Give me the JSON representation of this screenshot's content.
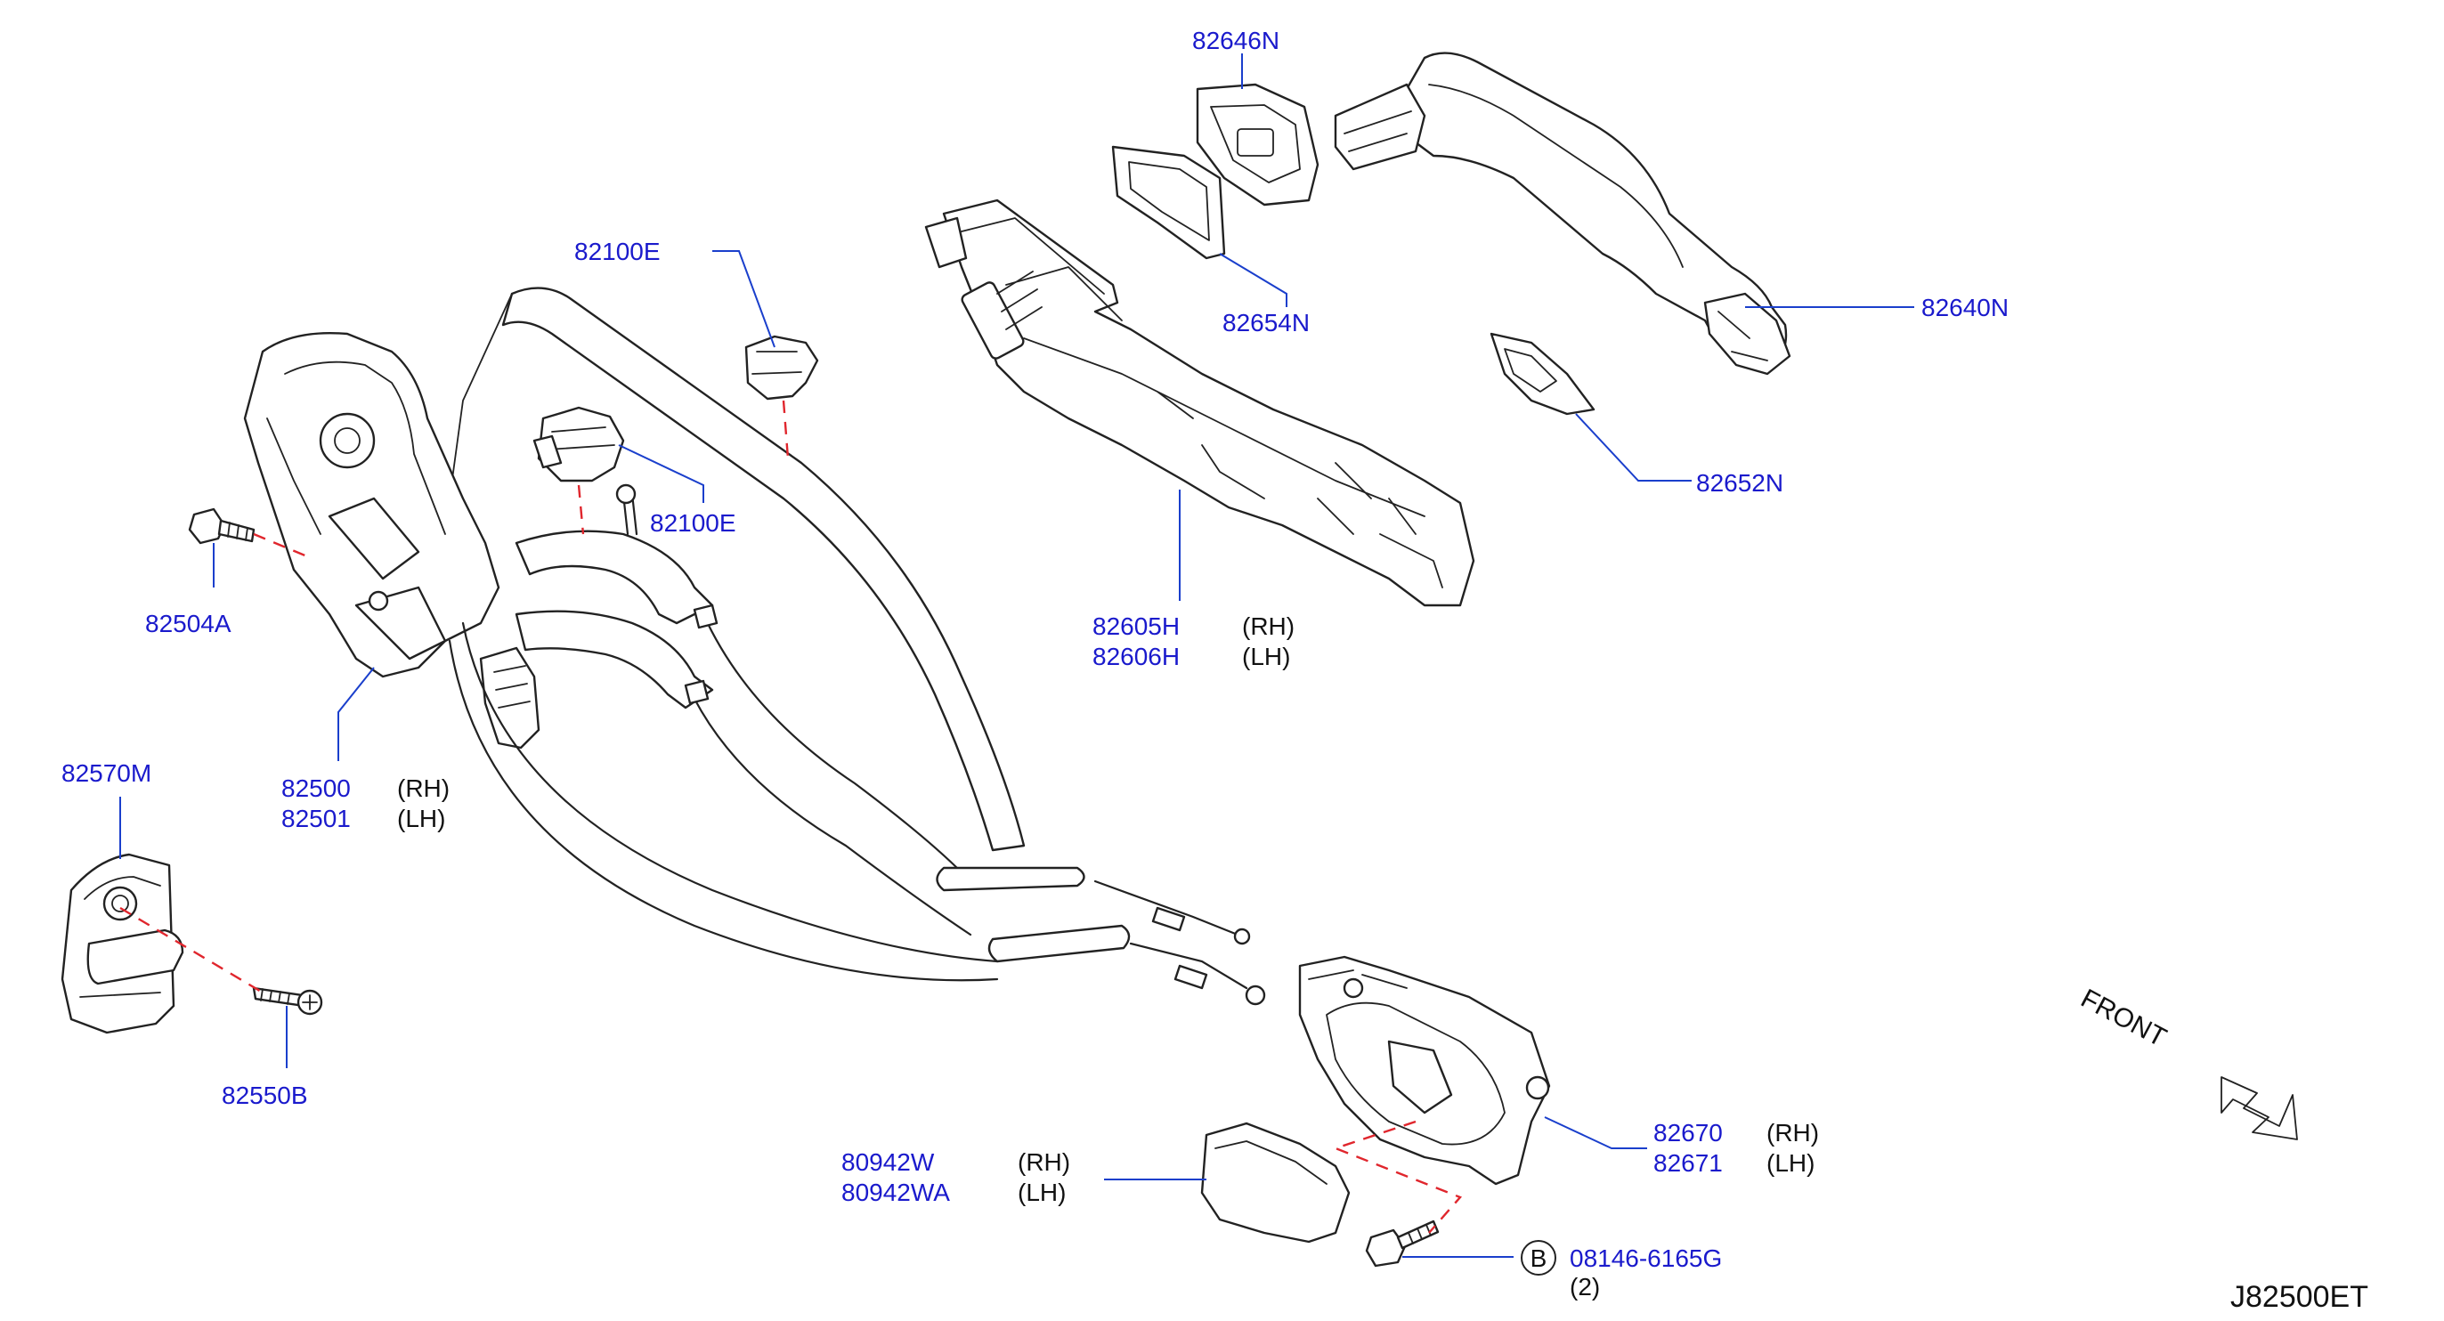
{
  "diagram_code": "J82500ET",
  "front_indicator": "FRONT",
  "callouts": [
    {
      "id": "82646N",
      "part": "82646N",
      "side": ""
    },
    {
      "id": "82654N",
      "part": "82654N",
      "side": ""
    },
    {
      "id": "82640N",
      "part": "82640N",
      "side": ""
    },
    {
      "id": "82652N",
      "part": "82652N",
      "side": ""
    },
    {
      "id": "82100E-top",
      "part": "82100E",
      "side": ""
    },
    {
      "id": "82100E-mid",
      "part": "82100E",
      "side": ""
    },
    {
      "id": "82605H",
      "part": "82605H",
      "side": "(RH)"
    },
    {
      "id": "82606H",
      "part": "82606H",
      "side": "(LH)"
    },
    {
      "id": "82504A",
      "part": "82504A",
      "side": ""
    },
    {
      "id": "82500",
      "part": "82500",
      "side": "(RH)"
    },
    {
      "id": "82501",
      "part": "82501",
      "side": "(LH)"
    },
    {
      "id": "82570M",
      "part": "82570M",
      "side": ""
    },
    {
      "id": "82550B",
      "part": "82550B",
      "side": ""
    },
    {
      "id": "82670",
      "part": "82670",
      "side": "(RH)"
    },
    {
      "id": "82671",
      "part": "82671",
      "side": "(LH)"
    },
    {
      "id": "80942W",
      "part": "80942W",
      "side": "(RH)"
    },
    {
      "id": "80942WA",
      "part": "80942WA",
      "side": "(LH)"
    },
    {
      "id": "08146-6165G",
      "part": "08146-6165G",
      "side": ""
    }
  ],
  "bolt_marker": "B",
  "bolt_quantity": "(2)"
}
